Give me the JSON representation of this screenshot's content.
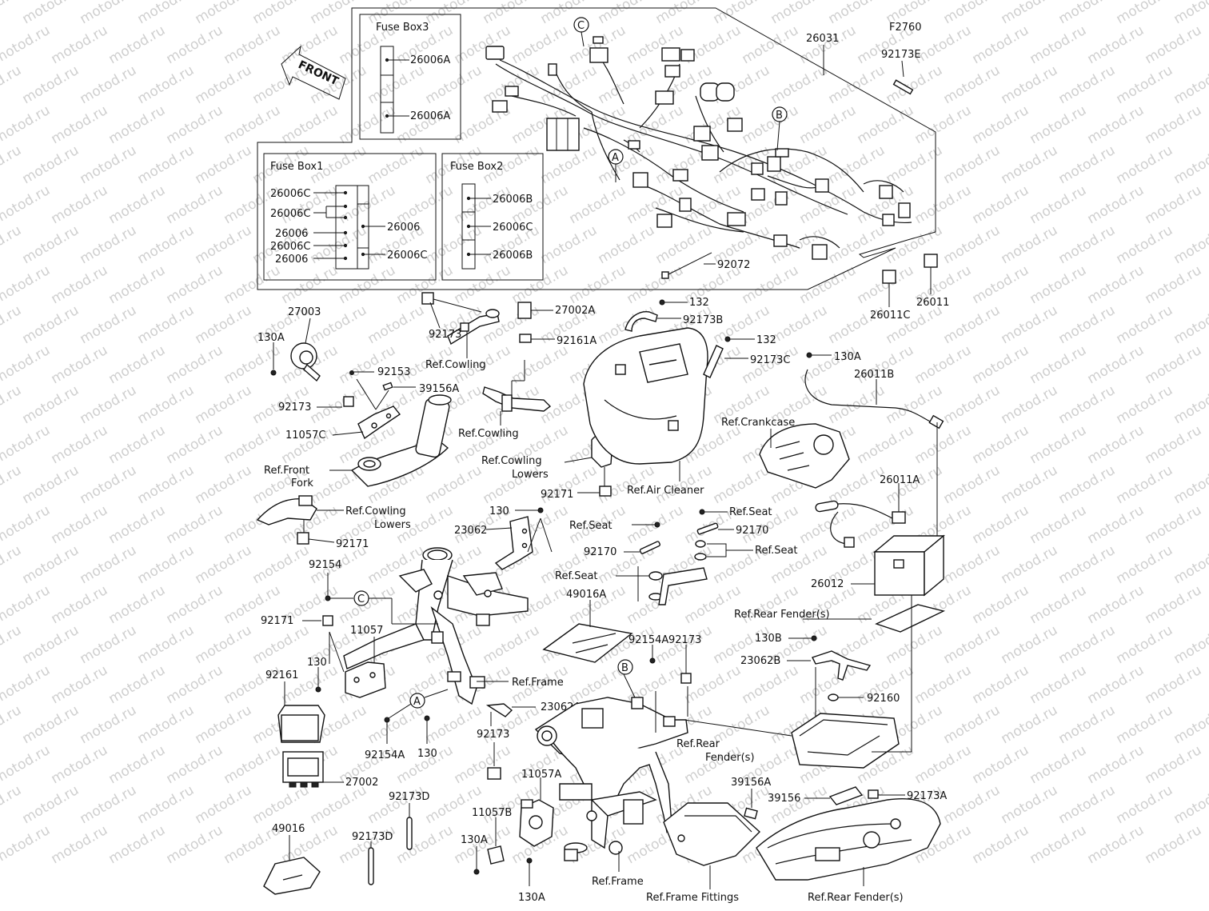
{
  "diagram": {
    "code": "F2760",
    "front_label": "FRONT",
    "watermark": "motod.ru",
    "fuse_box_3": {
      "title": "Fuse Box3",
      "parts": [
        "26006A",
        "26006A"
      ]
    },
    "fuse_box_1": {
      "title": "Fuse Box1",
      "left_parts": [
        "26006C",
        "26006C",
        "26006",
        "26006C",
        "26006"
      ],
      "right_parts": [
        "26006",
        "26006C"
      ]
    },
    "fuse_box_2": {
      "title": "Fuse Box2",
      "parts": [
        "26006B",
        "26006C",
        "26006B"
      ]
    },
    "callouts": [
      "A",
      "B",
      "C"
    ],
    "labels": {
      "l26031": "26031",
      "l92173E": "92173E",
      "l92072": "92072",
      "l26011C": "26011C",
      "l26011": "26011",
      "l27003": "27003",
      "l130A_a": "130A",
      "l92153": "92153",
      "l39156A": "39156A",
      "l92173_a": "92173",
      "l11057C": "11057C",
      "lRefFrontFork1": "Ref.Front",
      "lRefFrontFork2": "Fork",
      "l92173_b": "92173",
      "lRefCowling1": "Ref.Cowling",
      "l27002A": "27002A",
      "l92161A": "92161A",
      "lRefCowling2": "Ref.Cowling",
      "lRefCowLow1a": "Ref.Cowling",
      "lRefCowLow1b": "Lowers",
      "l92171_a": "92171",
      "l132_a": "132",
      "l92173B": "92173B",
      "l132_b": "132",
      "l92173C": "92173C",
      "lRefAirCleaner": "Ref.Air Cleaner",
      "l130A_b": "130A",
      "l26011B": "26011B",
      "lRefCrankcase": "Ref.Crankcase",
      "l26011A": "26011A",
      "l26012": "26012",
      "lRefCowLow2a": "Ref.Cowling",
      "lRefCowLow2b": "Lowers",
      "l92171_b": "92171",
      "l130_a": "130",
      "l23062": "23062",
      "lRefSeat1": "Ref.Seat",
      "lRefSeat2": "Ref.Seat",
      "l92170_a": "92170",
      "l92170_b": "92170",
      "lRefSeat3": "Ref.Seat",
      "lRefSeat4": "Ref.Seat",
      "l49016A": "49016A",
      "l92154": "92154",
      "l92171_c": "92171",
      "l11057": "11057",
      "l130_b": "130",
      "l92161": "92161",
      "lRefFrame1": "Ref.Frame",
      "l23062A": "23062A",
      "l92154A_a": "92154A",
      "l92173_c": "92173",
      "l92154A_b": "92154A",
      "l130_c": "130",
      "lRefRearFender1": "Ref.Rear Fender(s)",
      "l130B": "130B",
      "l23062B": "23062B",
      "l92160": "92160",
      "lRefRearFender2a": "Ref.Rear",
      "lRefRearFender2b": "Fender(s)",
      "l27002": "27002",
      "l11057A": "11057A",
      "l39156A_b": "39156A",
      "l39156": "39156",
      "l92173A": "92173A",
      "l92173D_a": "92173D",
      "l11057B": "11057B",
      "l49016": "49016",
      "l92173D_b": "92173D",
      "l130A_c": "130A",
      "l130A_d": "130A",
      "lRefFrame2": "Ref.Frame",
      "lRefFrameFittings": "Ref.Frame Fittings",
      "lRefRearFender3": "Ref.Rear Fender(s)"
    }
  }
}
